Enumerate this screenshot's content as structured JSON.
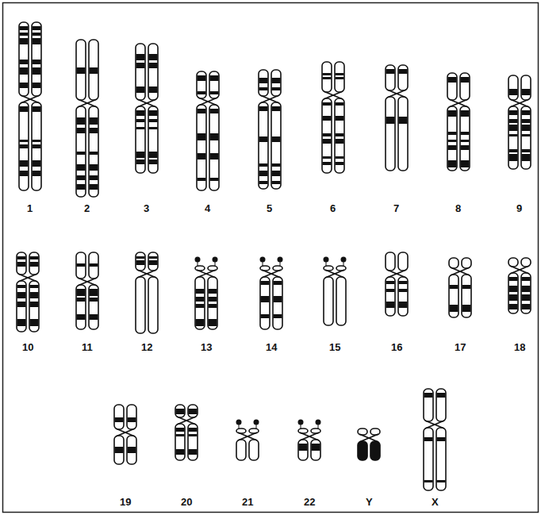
{
  "diagram": {
    "labels": [
      "1",
      "2",
      "3",
      "4",
      "5",
      "6",
      "7",
      "8",
      "9",
      "10",
      "11",
      "12",
      "13",
      "14",
      "15",
      "16",
      "17",
      "18",
      "19",
      "20",
      "21",
      "22",
      "Y",
      "X"
    ]
  }
}
